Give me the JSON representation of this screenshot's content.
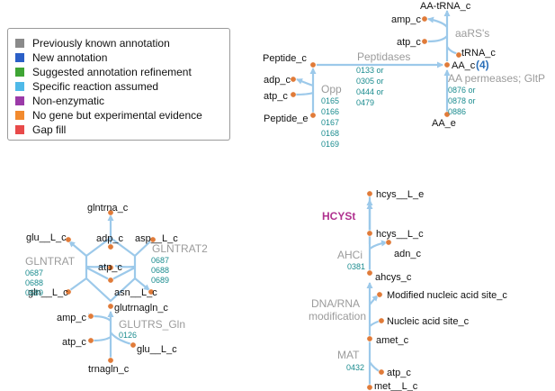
{
  "legend": [
    {
      "label": "Previously known annotation",
      "color": "#8a8a8a"
    },
    {
      "label": "New annotation",
      "color": "#2b5fc7"
    },
    {
      "label": "Suggested annotation refinement",
      "color": "#3fa535"
    },
    {
      "label": "Specific reaction assumed",
      "color": "#4fb9e8"
    },
    {
      "label": "Non-enzymatic",
      "color": "#9b3aa8"
    },
    {
      "label": "No gene but experimental evidence",
      "color": "#f28a2e"
    },
    {
      "label": "Gap fill",
      "color": "#e84a4a"
    }
  ],
  "colors": {
    "arrow": "#9cc9ea",
    "node": "#e07b39",
    "gene": "#1b8c8f",
    "reaction": "#9b9b9b",
    "highlight": "#b0318f",
    "count": "#2b6fb8"
  },
  "peptide_panel": {
    "metabolites": {
      "aa_trna": "AA-tRNA_c",
      "amp": "amp_c",
      "atp_top": "atp_c",
      "trna": "tRNA_c",
      "peptide_c": "Peptide_c",
      "adp": "adp_c",
      "atp_opp": "atp_c",
      "peptide_e": "Peptide_e",
      "aa_c": "AA_c",
      "aa_e": "AA_e"
    },
    "aa_count": "(4)",
    "reactions": {
      "aars": "aaRS's",
      "peptidases": "Peptidases",
      "opp": "Opp",
      "aa_permeases": "AA permeases; GltP"
    },
    "genes": {
      "peptidases": [
        "0133  or",
        "0305  or",
        "0444  or",
        "0479"
      ],
      "opp": [
        "0165",
        "0166",
        "0167",
        "0168",
        "0169"
      ],
      "permeases": [
        "0876  or",
        "0878  or",
        "0886"
      ]
    }
  },
  "glutamine_panel": {
    "metabolites": {
      "glntrna": "glntrna_c",
      "glu_top": "glu__L_c",
      "adp": "adp_c",
      "asp": "asp__L_c",
      "atp": "atp_c",
      "gln": "gln__L_c",
      "asn": "asn__L_c",
      "glutrnagln": "glutrnagln_c",
      "amp": "amp_c",
      "atp_bottom": "atp_c",
      "glu_bottom": "glu__L_c",
      "trnagln": "trnagln_c"
    },
    "reactions": {
      "glntrat": "GLNTRAT",
      "glntrat2": "GLNTRAT2",
      "glutrs": "GLUTRS_Gln"
    },
    "genes": {
      "glntrat": [
        "0687",
        "0688",
        "0689"
      ],
      "glntrat2": [
        "0687",
        "0688",
        "0689"
      ],
      "glutrs": [
        "0126"
      ]
    }
  },
  "methionine_panel": {
    "metabolites": {
      "hcys_e": "hcys__L_e",
      "hcys_c": "hcys__L_c",
      "adn": "adn_c",
      "ahcys": "ahcys_c",
      "modified": "Modified nucleic acid site_c",
      "nucleic": "Nucleic acid site_c",
      "amet": "amet_c",
      "atp": "atp_c",
      "met": "met__L_c"
    },
    "reactions": {
      "hcyst": "HCYSt",
      "ahci": "AHCi",
      "dna_rna": [
        "DNA/RNA",
        "modification"
      ],
      "mat": "MAT"
    },
    "genes": {
      "ahci": "0381",
      "mat": "0432"
    }
  }
}
